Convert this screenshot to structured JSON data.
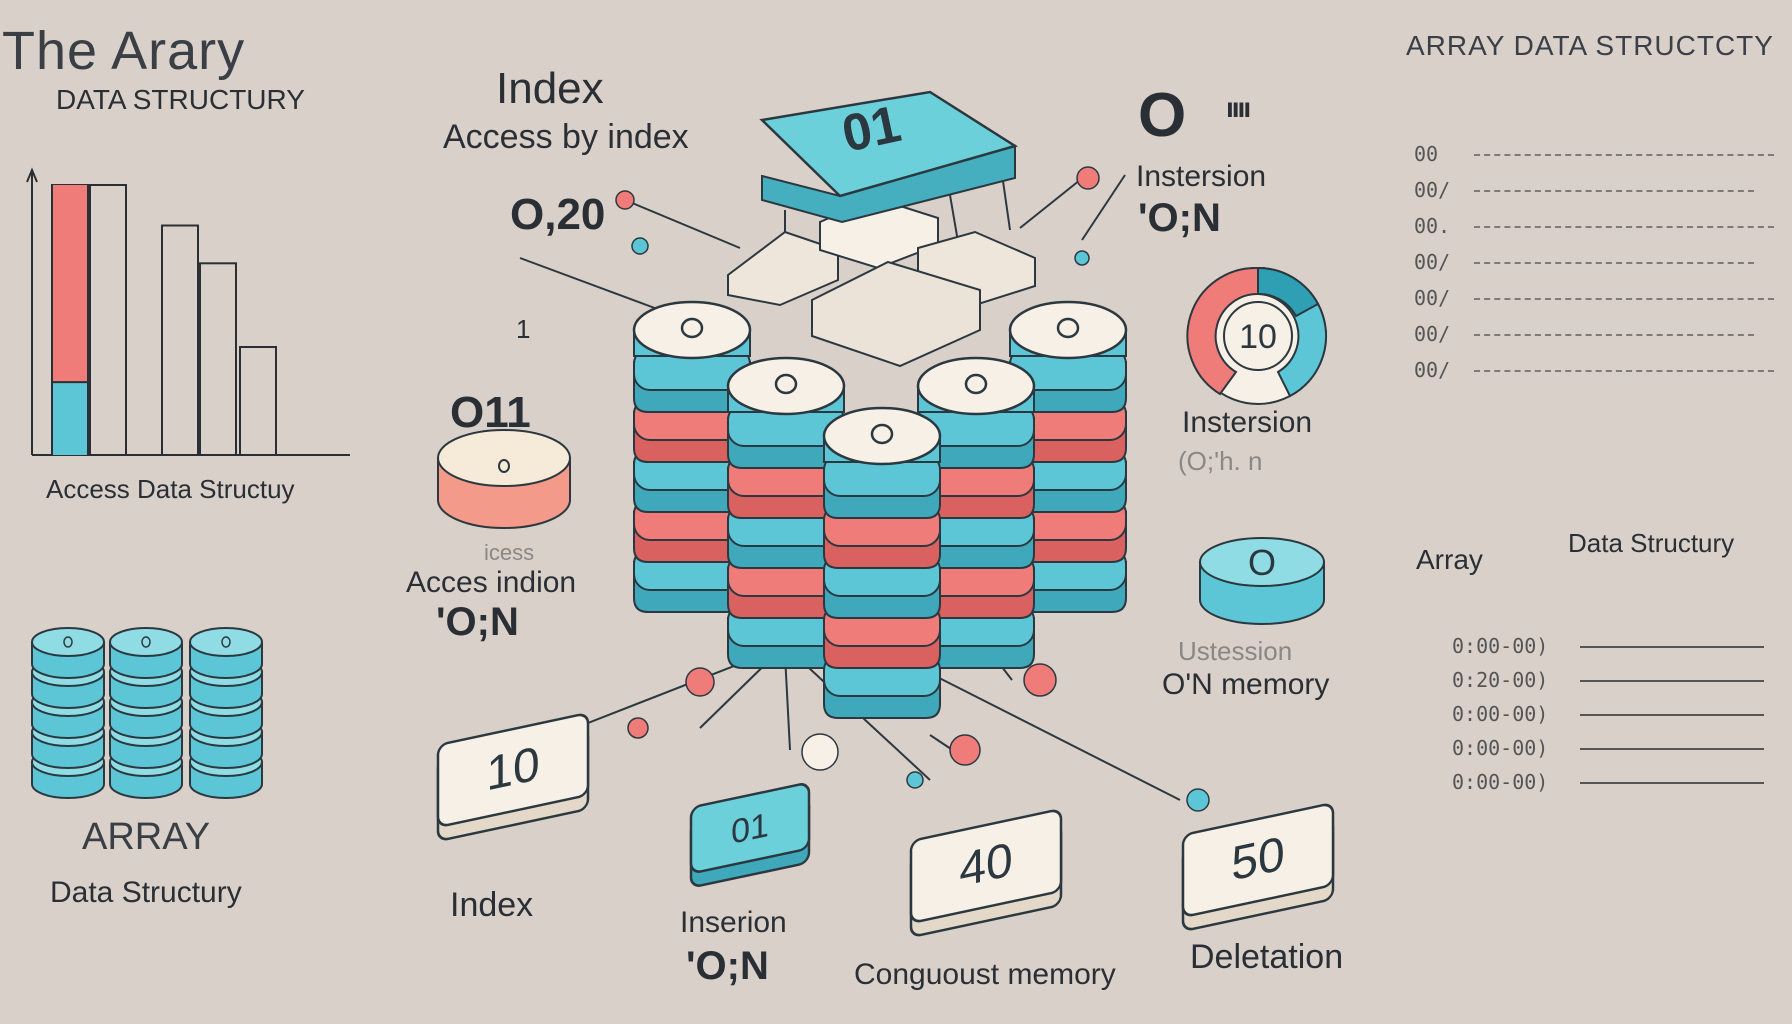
{
  "title": {
    "main": "The Arary",
    "sub": "DATA STRUCTURY"
  },
  "left_chart": {
    "caption": "Access Data Structuy",
    "bars": [
      {
        "teal": 0.27,
        "coral": 0.73
      },
      {
        "teal": 1.0,
        "coral": 0
      },
      {
        "teal": 0.85,
        "coral": 0
      },
      {
        "teal": 0.71,
        "coral": 0
      },
      {
        "teal": 0.4,
        "coral": 0
      }
    ]
  },
  "left_labels": {
    "index_heading": "Index",
    "index_sub": "Access by index",
    "o20": "O,20",
    "one": "1",
    "o11": "O11",
    "acces_faded": "icess",
    "acces_indion": "Acces indion",
    "on": "'O;N"
  },
  "left_drums": {
    "caption_main": "ARRAY",
    "caption_sub": "Data Structury"
  },
  "top_tile": {
    "value": "01"
  },
  "right_mid": {
    "o_mark": "O",
    "o_ticks": "ıııı",
    "instersion_1": "Instersion",
    "on_1": "'O;N",
    "ring_value": "10",
    "instersion_2": "Instersion",
    "onhn": "(O;'h. n",
    "drum_value": "O",
    "ustession": "Ustession",
    "on_memory": "O'N memory"
  },
  "bottom_tiles": [
    {
      "value": "10",
      "label": "Index",
      "color": "#f6f0e6"
    },
    {
      "value": "01",
      "label_top": "Inserion",
      "label_bottom": "'O;N",
      "color": "#6cd0da"
    },
    {
      "value": "40",
      "label": "Conguoust memory",
      "color": "#f6f0e6"
    },
    {
      "value": "50",
      "label": "Deletation",
      "color": "#f6f0e6"
    }
  ],
  "right_panel": {
    "header": "ARRAY DATA STRUCTCTY",
    "top_list_codes": [
      "00",
      "00/",
      "00.",
      "00/",
      "00/",
      "00/",
      "00/"
    ],
    "array_label": "Array",
    "data_structury": "Data Structury",
    "bottom_list_codes": [
      "0:00-00)",
      "0:20-00)",
      "0:00-00)",
      "0:00-00)",
      "0:00-00)"
    ]
  },
  "colors": {
    "background": "#d9d0c9",
    "teal": "#5cc6d6",
    "coral": "#f07c7a",
    "cream": "#f6f0e6",
    "outline": "#2c3840"
  }
}
